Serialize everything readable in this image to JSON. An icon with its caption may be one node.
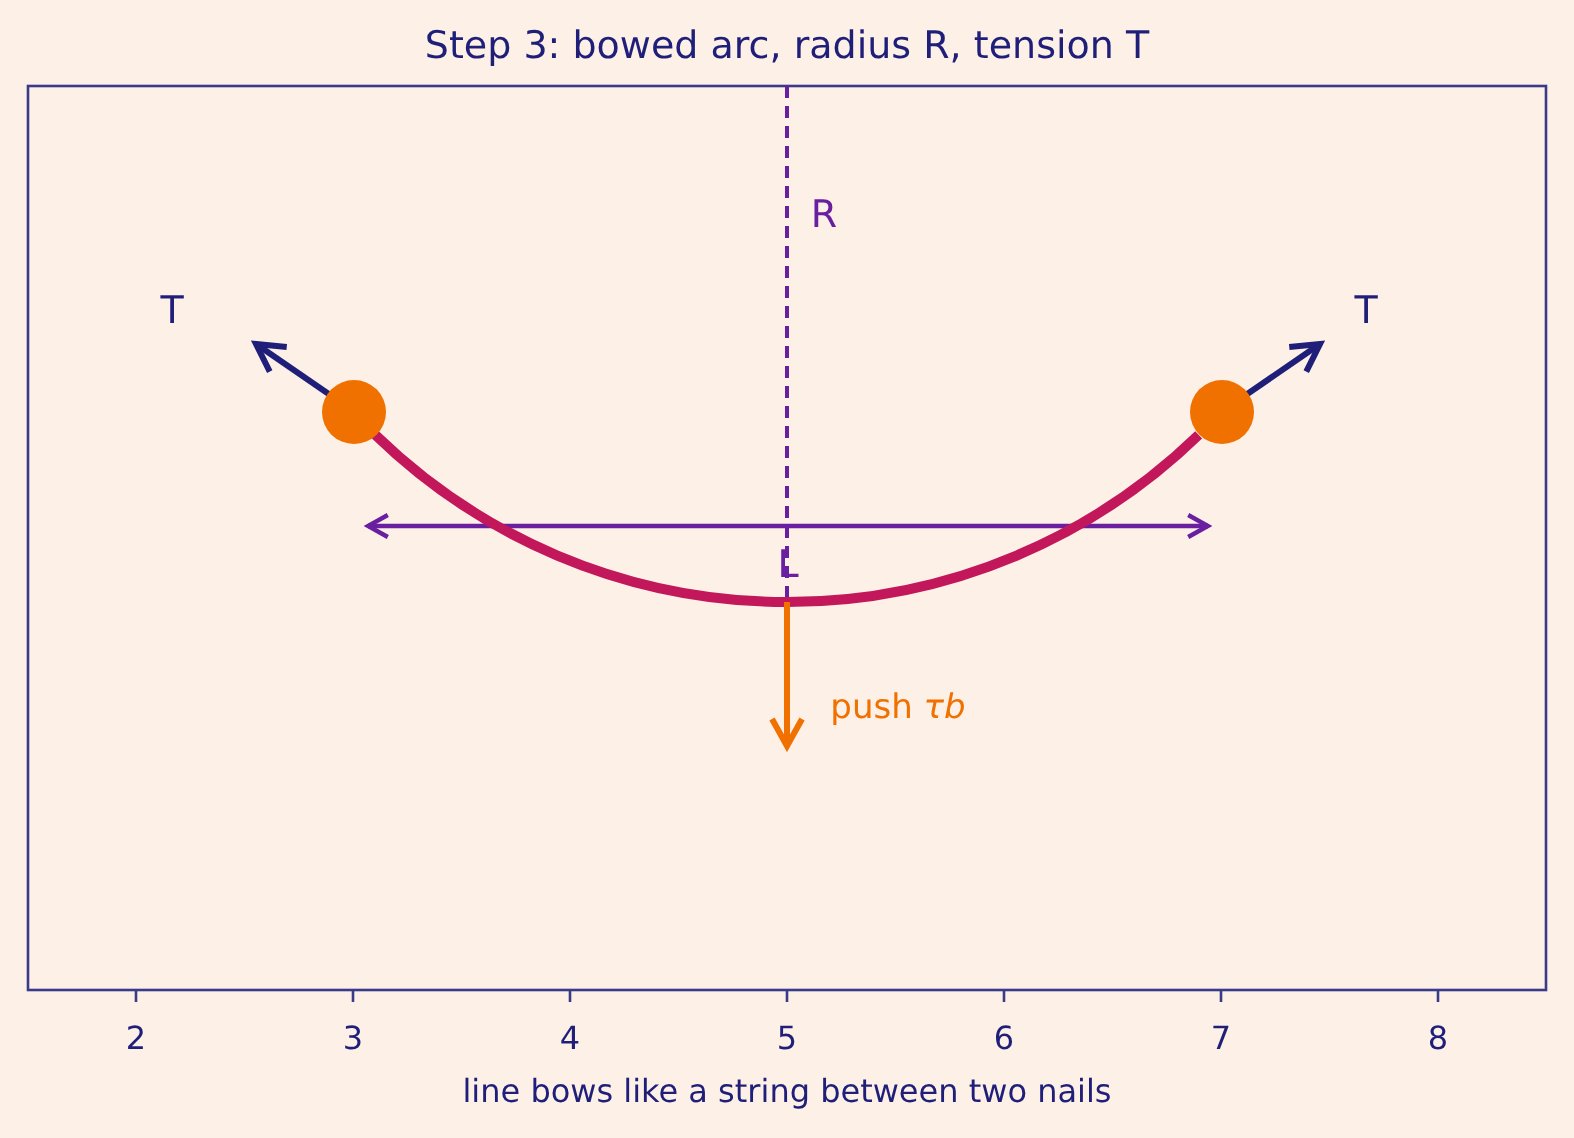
{
  "diagram": {
    "title": "Step 3: bowed arc, radius R, tension T",
    "caption": "line bows like a string between two nails",
    "nodes": [
      {
        "text": [],
        "shape": "circle"
      },
      {
        "text": [],
        "shape": "circle"
      }
    ],
    "edges": [
      {
        "from": 0,
        "to": 1,
        "arrow": "none"
      }
    ],
    "labels": [
      "R",
      "T",
      "T",
      "L",
      "push *τb*",
      "2",
      "3",
      "4",
      "5",
      "6",
      "7",
      "8"
    ]
  }
}
